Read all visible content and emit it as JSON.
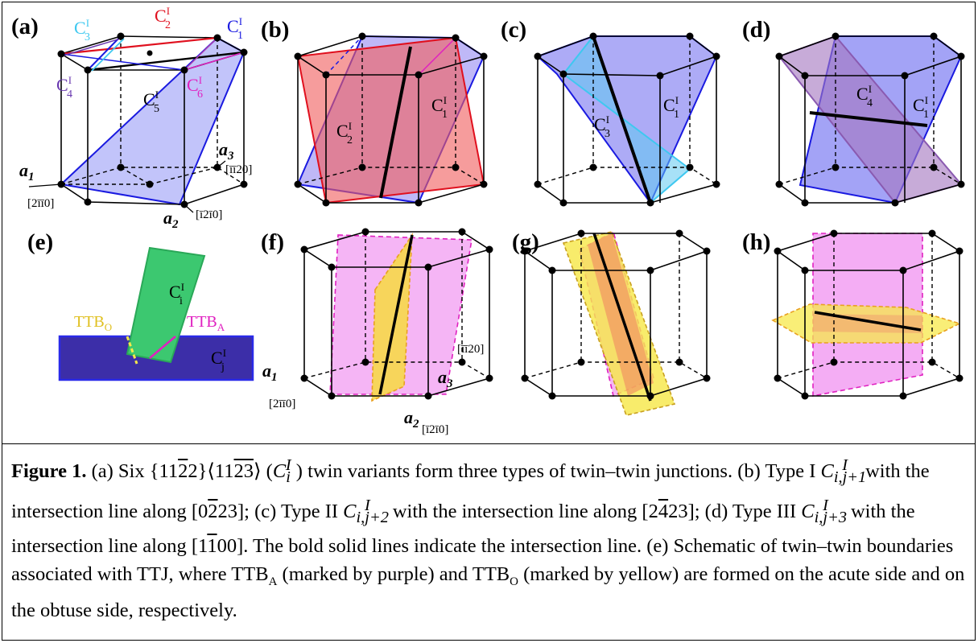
{
  "panels": {
    "a": "(a)",
    "b": "(b)",
    "c": "(c)",
    "d": "(d)",
    "e": "(e)",
    "f": "(f)",
    "g": "(g)",
    "h": "(h)"
  },
  "variants": {
    "c1": "C",
    "c2": "C",
    "c3": "C",
    "c4": "C",
    "c5": "C",
    "c6": "C",
    "ci": "C",
    "cj": "C",
    "sup": "I",
    "sub1": "1",
    "sub2": "2",
    "sub3": "3",
    "sub4": "4",
    "sub5": "5",
    "sub6": "6",
    "subi": "i",
    "subj": "j"
  },
  "axes": {
    "a1": "a",
    "a1_sub": "1",
    "a2": "a",
    "a2_sub": "2",
    "a3": "a",
    "a3_sub": "3",
    "d1": "[2īī0]",
    "d2": "[ī2ī0]",
    "d3": "[īī20]"
  },
  "boundaries": {
    "ttb": "TTB",
    "sub_o": "O",
    "sub_a": "A"
  },
  "colors": {
    "blue_plane": "#5b5bf0",
    "red_plane": "#f05a5a",
    "cyan_plane": "#5ec8f0",
    "purple_plane": "#9a6ac0",
    "magenta_plane": "#f08ef0",
    "yellow_plane": "#f7e84a",
    "green_plane": "#3cc870",
    "navy_plane": "#3c2ea8"
  },
  "caption": {
    "label": "Figure 1.",
    "p1": " (a) Six {11",
    "p1_bar": "2",
    "p1b": "2}⟨11",
    "p1_bar2": "23",
    "p1c": "⟩ (",
    "ci": "C",
    "ci_sub": "i",
    "ci_sup": "I",
    "p2": " ) twin variants form three types of twin–twin junctions. (b) Type I ",
    "t1_sub": "i,j+1",
    "p3": "with the intersection line along [0",
    "p3_bar": "2",
    "p3b": "23]; (c) Type II ",
    "t2_sub": "i,j+2",
    "p4": " with the intersection line along [2",
    "p4_bar": "4",
    "p4b": "23]; (d) Type III ",
    "t3_sub": "i,j+3",
    "p5": "  with the intersection line along [1",
    "p5_bar": "1",
    "p5b": "00]. The bold solid lines indicate the intersection line. (e) Schematic of twin–twin boundaries associated with TTJ, where TTB",
    "ttb_a": "A",
    "p6": " (marked by purple) and TTB",
    "ttb_o": "O",
    "p7": " (marked by yellow) are formed on the acute side and on the obtuse side, respectively."
  }
}
